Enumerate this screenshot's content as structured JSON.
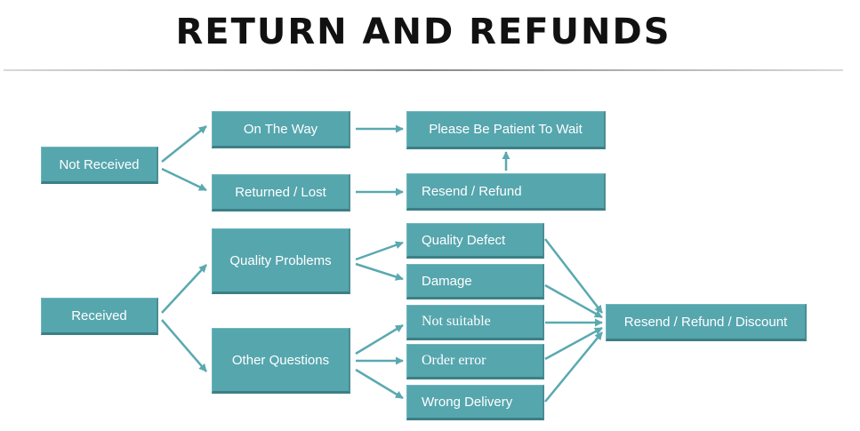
{
  "title": "RETURN AND REFUNDS",
  "colors": {
    "box_fill": "#56a6ae",
    "arrow": "#5aa9b0",
    "title": "#111111"
  },
  "nodes": {
    "not_received": "Not Received",
    "on_the_way": "On The Way",
    "returned_lost": "Returned / Lost",
    "please_wait": "Please Be Patient To Wait",
    "resend_refund": "Resend / Refund",
    "received": "Received",
    "quality_problems": "Quality Problems",
    "other_questions": "Other Questions",
    "quality_defect": "Quality Defect",
    "damage": "Damage",
    "not_suitable": "Not suitable",
    "order_error": "Order error",
    "wrong_delivery": "Wrong Delivery",
    "resend_refund_discount": "Resend / Refund / Discount"
  },
  "edges": [
    [
      "not_received",
      "on_the_way"
    ],
    [
      "not_received",
      "returned_lost"
    ],
    [
      "on_the_way",
      "please_wait"
    ],
    [
      "returned_lost",
      "resend_refund"
    ],
    [
      "resend_refund",
      "please_wait"
    ],
    [
      "received",
      "quality_problems"
    ],
    [
      "received",
      "other_questions"
    ],
    [
      "quality_problems",
      "quality_defect"
    ],
    [
      "quality_problems",
      "damage"
    ],
    [
      "other_questions",
      "not_suitable"
    ],
    [
      "other_questions",
      "order_error"
    ],
    [
      "other_questions",
      "wrong_delivery"
    ],
    [
      "quality_defect",
      "resend_refund_discount"
    ],
    [
      "damage",
      "resend_refund_discount"
    ],
    [
      "not_suitable",
      "resend_refund_discount"
    ],
    [
      "order_error",
      "resend_refund_discount"
    ],
    [
      "wrong_delivery",
      "resend_refund_discount"
    ]
  ]
}
